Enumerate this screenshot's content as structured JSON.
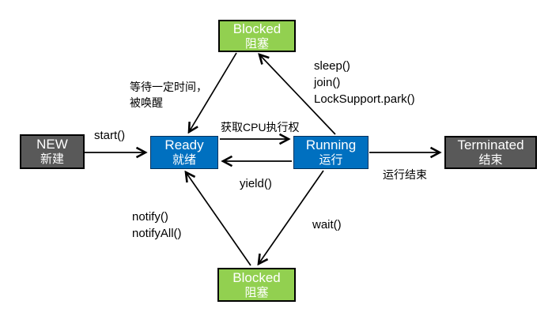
{
  "nodes": {
    "new": {
      "en": "NEW",
      "zh": "新建"
    },
    "ready": {
      "en": "Ready",
      "zh": "就绪"
    },
    "running": {
      "en": "Running",
      "zh": "运行"
    },
    "terminated": {
      "en": "Terminated",
      "zh": "结束"
    },
    "blocked_top": {
      "en": "Blocked",
      "zh": "阻塞"
    },
    "blocked_bottom": {
      "en": "Blocked",
      "zh": "阻塞"
    }
  },
  "edges": {
    "start": "start()",
    "acquire_cpu": "获取CPU执行权",
    "yield": "yield()",
    "run_end": "运行结束",
    "sleep_lines": [
      "sleep()",
      "join()",
      "LockSupport.park()"
    ],
    "wake_lines": [
      "等待一定时间，",
      "被唤醒"
    ],
    "notify_lines": [
      "notify()",
      "notifyAll()"
    ],
    "wait": "wait()"
  },
  "colors": {
    "node_gray": "#595959",
    "node_blue": "#0070C0",
    "node_green": "#92D050",
    "arrow": "#000000",
    "background": "#ffffff"
  }
}
